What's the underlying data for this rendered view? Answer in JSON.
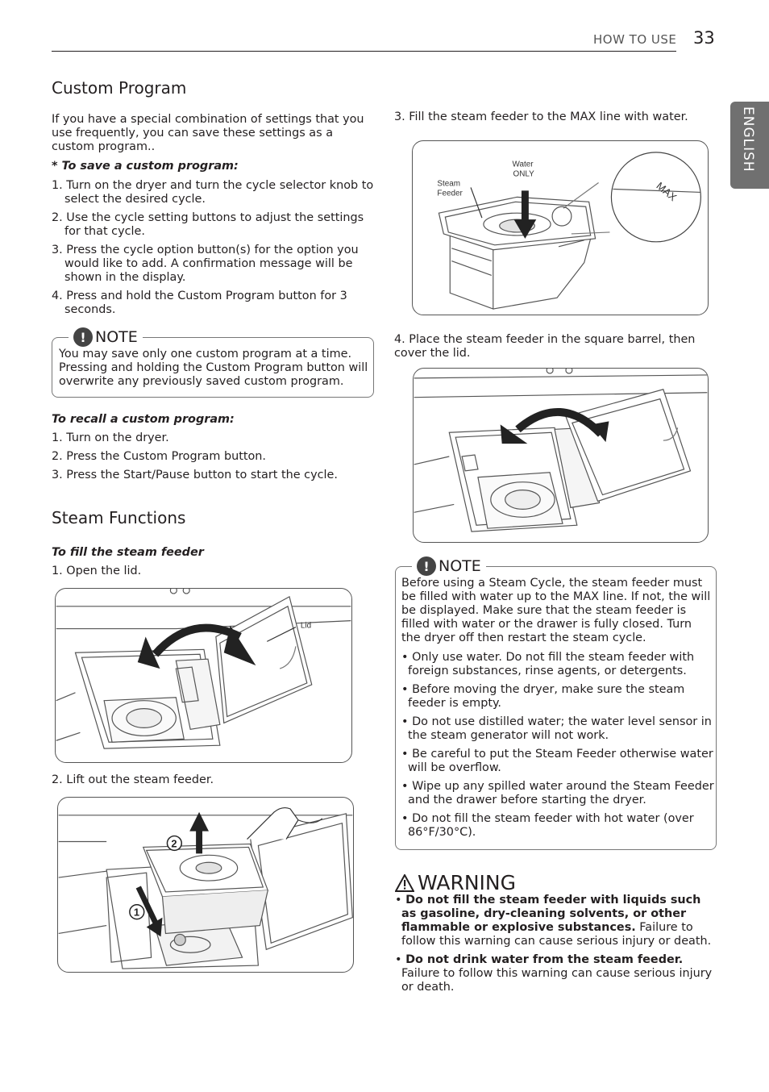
{
  "header": {
    "section": "HOW TO USE",
    "page_number": "33"
  },
  "language_tab": "ENGLISH",
  "custom_program": {
    "title": "Custom Program",
    "intro": "If you have a special combination of settings that you use frequently, you can save these settings as a custom program..",
    "save_heading": "* To save a custom program:",
    "save_steps": [
      "1. Turn on the dryer and turn the cycle selector knob to select the desired cycle.",
      "2. Use the cycle setting buttons to adjust the settings for that cycle.",
      "3. Press the cycle option button(s) for the option you would like to add. A confirmation message will be shown in the display.",
      "4. Press and hold the Custom Program button for 3 seconds."
    ],
    "note": {
      "title": "NOTE",
      "text": "You may save only one custom program at a time. Pressing and holding the Custom Program button will overwrite any previously saved custom program."
    },
    "recall_heading": "To recall a custom program:",
    "recall_steps": [
      "1. Turn on the dryer.",
      "2. Press the Custom Program button.",
      "3. Press the Start/Pause button to start the cycle."
    ]
  },
  "steam_functions": {
    "title": "Steam Functions",
    "fill_heading": "To fill the steam feeder",
    "step1": "1. Open the lid.",
    "fig1_label_lid": "Lid",
    "step2": "2. Lift out the steam feeder.",
    "fig2_marker_1": "1",
    "fig2_marker_2": "2",
    "step3": "3. Fill the steam feeder to the MAX line with water.",
    "fig3_label_steam_feeder": [
      "Steam",
      "Feeder"
    ],
    "fig3_label_water_only": [
      "Water",
      "ONLY"
    ],
    "fig3_label_max": "MAX",
    "step4": "4. Place the steam feeder in the square barrel, then cover the lid."
  },
  "steam_note": {
    "title": "NOTE",
    "text": "Before using a Steam Cycle, the steam feeder must be filled with water up to the MAX line. If not, the will be displayed. Make sure that the steam feeder is filled with water or the drawer is fully closed. Turn the dryer off then restart the steam cycle.",
    "bullets": [
      "• Only use water. Do not fill the steam feeder with foreign substances, rinse agents, or detergents.",
      "• Before moving the dryer, make sure the steam feeder is empty.",
      "• Do not use distilled water; the water level sensor in the steam generator will not work.",
      "• Be careful to put the Steam Feeder otherwise water will be overflow.",
      "• Wipe up any spilled water around the Steam Feeder and the drawer before starting the dryer.",
      "• Do not fill the steam feeder with hot water (over 86°F/30°C)."
    ]
  },
  "warning": {
    "title": "WARNING",
    "items": [
      {
        "bold": "Do not fill the steam feeder with liquids such as gasoline, dry-cleaning solvents, or other flammable or explosive substances.",
        "text": " Failure to follow this warning can cause  serious injury or death."
      },
      {
        "bold": "Do not drink water from the steam feeder.",
        "text": " Failure to follow this warning can cause  serious injury or death."
      }
    ]
  }
}
